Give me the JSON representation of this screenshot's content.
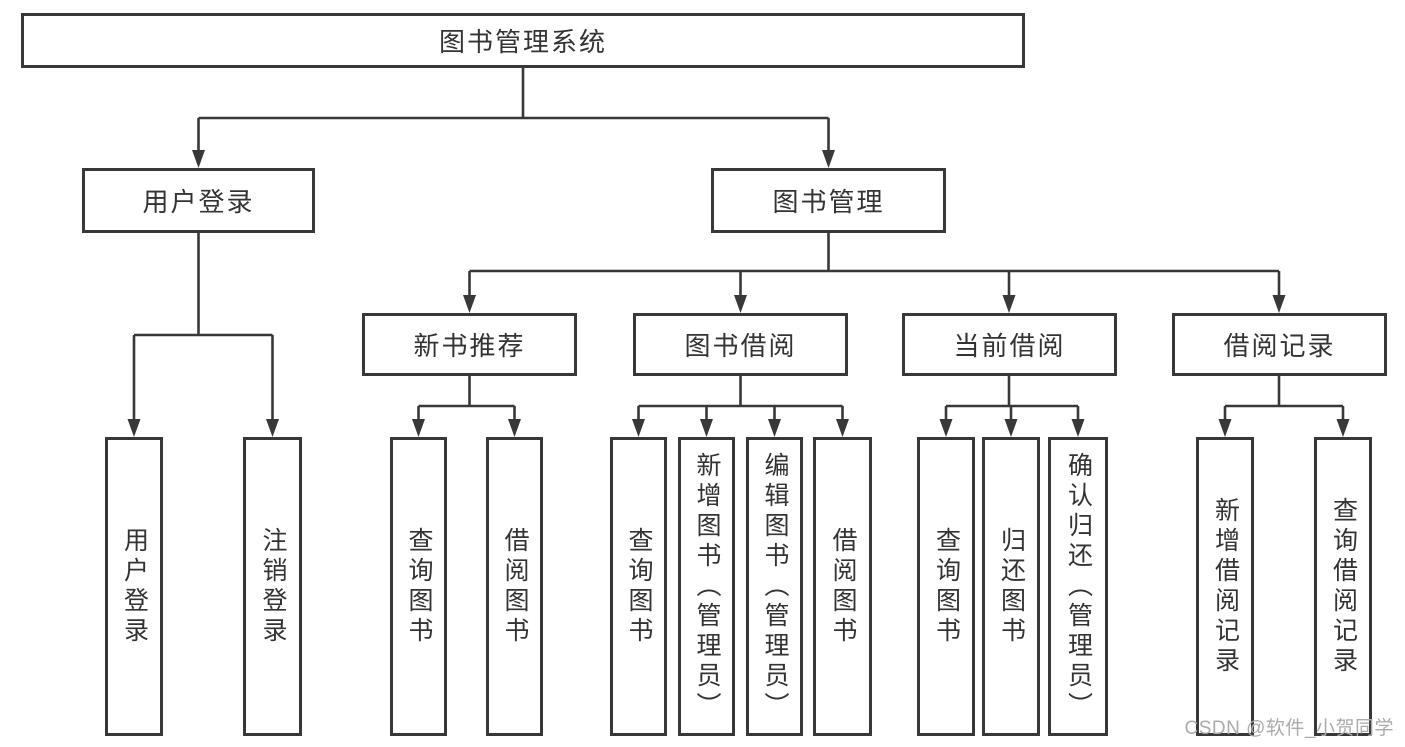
{
  "diagram_type": "hierarchy-tree",
  "tree": {
    "label": "图书管理系统",
    "children": [
      {
        "label": "用户登录",
        "children": [
          {
            "label": "用户登录"
          },
          {
            "label": "注销登录"
          }
        ]
      },
      {
        "label": "图书管理",
        "children": [
          {
            "label": "新书推荐",
            "children": [
              {
                "label": "查询图书"
              },
              {
                "label": "借阅图书"
              }
            ]
          },
          {
            "label": "图书借阅",
            "children": [
              {
                "label": "查询图书"
              },
              {
                "label": "新增图书（管理员）"
              },
              {
                "label": "编辑图书（管理员）"
              },
              {
                "label": "借阅图书"
              }
            ]
          },
          {
            "label": "当前借阅",
            "children": [
              {
                "label": "查询图书"
              },
              {
                "label": "归还图书"
              },
              {
                "label": "确认归还（管理员）"
              }
            ]
          },
          {
            "label": "借阅记录",
            "children": [
              {
                "label": "新增借阅记录"
              },
              {
                "label": "查询借阅记录"
              }
            ]
          }
        ]
      }
    ]
  },
  "watermark": {
    "text": "CSDN @软件_小贺同学"
  },
  "colors": {
    "line": "#383838",
    "node_border": "#383838",
    "node_text": "#333333",
    "background": "#ffffff",
    "watermark_text": "#ababab"
  }
}
